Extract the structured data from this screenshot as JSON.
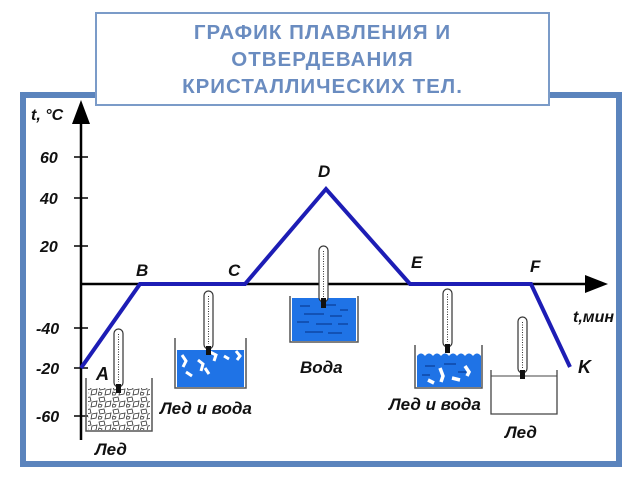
{
  "title": "ГРАФИК ПЛАВЛЕНИЯ И\nОТВЕРДЕВАНИЯ\nКРИСТАЛЛИЧЕСКИХ ТЕЛ.",
  "colors": {
    "frame": "#5b84bd",
    "title_text": "#6a8cc0",
    "curve": "#1d1db5",
    "water": "#1f73e6",
    "axis": "#000000"
  },
  "axes": {
    "y_label": "t, °C",
    "x_label": "t,мин",
    "y_ticks": [
      "60",
      "40",
      "20",
      "-40",
      "-20",
      "-60"
    ]
  },
  "points": [
    {
      "name": "A",
      "label": "A"
    },
    {
      "name": "B",
      "label": "B"
    },
    {
      "name": "C",
      "label": "C"
    },
    {
      "name": "D",
      "label": "D"
    },
    {
      "name": "E",
      "label": "E"
    },
    {
      "name": "F",
      "label": "F"
    },
    {
      "name": "K",
      "label": "K"
    }
  ],
  "states": {
    "ice_1": "Лед",
    "ice_water_1": "Лед и вода",
    "water": "Вода",
    "ice_water_2": "Лед и вода",
    "ice_2": "Лед"
  }
}
